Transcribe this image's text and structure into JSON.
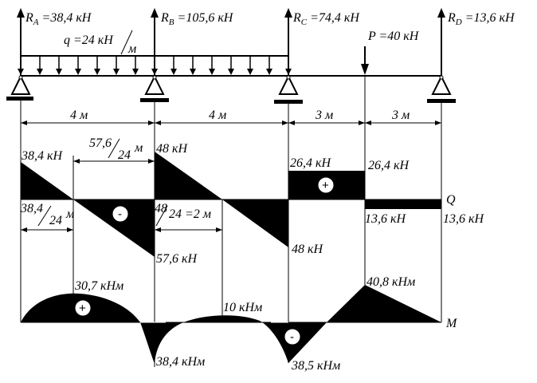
{
  "reactions": {
    "ra": {
      "main": "R",
      "sub": "A",
      "rest": " =38,4 кН"
    },
    "rb": {
      "main": "R",
      "sub": "B",
      "rest": " =105,6 кН"
    },
    "rc": {
      "main": "R",
      "sub": "C",
      "rest": " =74,4 кН"
    },
    "rd": {
      "main": "R",
      "sub": "D",
      "rest": " =13,6 кН"
    }
  },
  "loads": {
    "q_left": "q =24 кН",
    "q_unit": "м",
    "p": "P =40 кН"
  },
  "spans": [
    "4 м",
    "4 м",
    "3 м",
    "3 м"
  ],
  "shear": {
    "axis_label": "Q",
    "v1": "38,4 кН",
    "v1b": "38,4",
    "d1_num": "57,6",
    "d1_den": "24",
    "d1_unit": "м",
    "d2_den": "24",
    "d2_unit": "м",
    "v2": "48 кН",
    "v2b": "48",
    "d3": "24 =2 м",
    "v3": "57,6 кН",
    "v4": "48 кН",
    "v5": "26,4 кН",
    "v6": "26,4 кН",
    "v7": "13,6 кН",
    "v8": "13,6 кН",
    "plus": "+",
    "minus": "-"
  },
  "moment": {
    "axis_label": "M",
    "m1": "30,7 кНм",
    "m2": "10 кНм",
    "m3": "40,8 кНм",
    "m4": "38,4 кНм",
    "m5": "38,5 кНм",
    "plus": "+",
    "minus": "-"
  }
}
